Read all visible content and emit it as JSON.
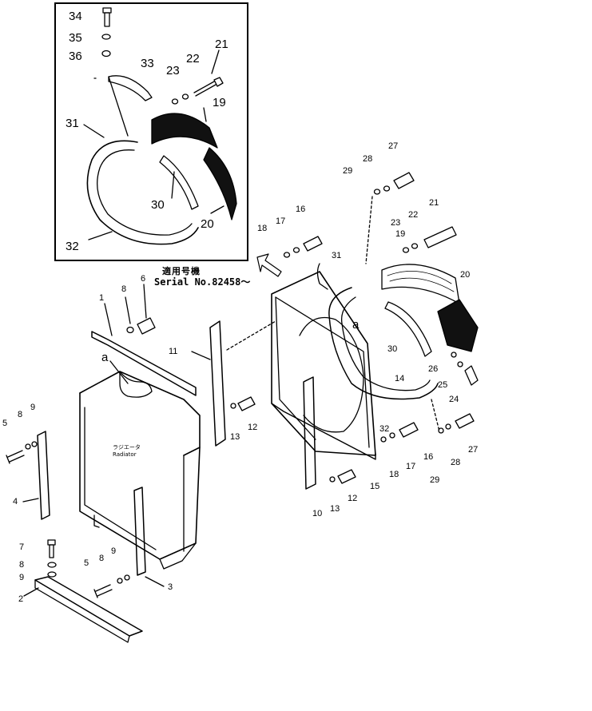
{
  "inset": {
    "caption_jp": "適用号機",
    "caption_serial": "Serial No.82458～"
  },
  "radiator_label_jp": "ラジエータ",
  "radiator_label_en": "Radiator",
  "callouts": [
    {
      "id": "c34",
      "text": "34"
    },
    {
      "id": "c35",
      "text": "35"
    },
    {
      "id": "c36",
      "text": "36"
    },
    {
      "id": "c33",
      "text": "33"
    },
    {
      "id": "c23a",
      "text": "23"
    },
    {
      "id": "c22a",
      "text": "22"
    },
    {
      "id": "c21a",
      "text": "21"
    },
    {
      "id": "c19a",
      "text": "19"
    },
    {
      "id": "c31a",
      "text": "31"
    },
    {
      "id": "c30a",
      "text": "30"
    },
    {
      "id": "c20a",
      "text": "20"
    },
    {
      "id": "c32a",
      "text": "32"
    },
    {
      "id": "c27a",
      "text": "27"
    },
    {
      "id": "c28a",
      "text": "28"
    },
    {
      "id": "c29a",
      "text": "29"
    },
    {
      "id": "c18a",
      "text": "18"
    },
    {
      "id": "c17a",
      "text": "17"
    },
    {
      "id": "c16a",
      "text": "16"
    },
    {
      "id": "c31b",
      "text": "31"
    },
    {
      "id": "c19b",
      "text": "19"
    },
    {
      "id": "c23b",
      "text": "23"
    },
    {
      "id": "c22b",
      "text": "22"
    },
    {
      "id": "c21b",
      "text": "21"
    },
    {
      "id": "c20b",
      "text": "20"
    },
    {
      "id": "c1",
      "text": "1"
    },
    {
      "id": "c8a",
      "text": "8"
    },
    {
      "id": "c6",
      "text": "6"
    },
    {
      "id": "c11",
      "text": "11"
    },
    {
      "id": "ca1",
      "text": "a"
    },
    {
      "id": "ca2",
      "text": "a"
    },
    {
      "id": "c30b",
      "text": "30"
    },
    {
      "id": "c26",
      "text": "26"
    },
    {
      "id": "c25",
      "text": "25"
    },
    {
      "id": "c24",
      "text": "24"
    },
    {
      "id": "c14",
      "text": "14"
    },
    {
      "id": "c5a",
      "text": "5"
    },
    {
      "id": "c8b",
      "text": "8"
    },
    {
      "id": "c9a",
      "text": "9"
    },
    {
      "id": "c13a",
      "text": "13"
    },
    {
      "id": "c12a",
      "text": "12"
    },
    {
      "id": "c32b",
      "text": "32"
    },
    {
      "id": "c16b",
      "text": "16"
    },
    {
      "id": "c17b",
      "text": "17"
    },
    {
      "id": "c18b",
      "text": "18"
    },
    {
      "id": "c29b",
      "text": "29"
    },
    {
      "id": "c28b",
      "text": "28"
    },
    {
      "id": "c27b",
      "text": "27"
    },
    {
      "id": "c4",
      "text": "4"
    },
    {
      "id": "c15",
      "text": "15"
    },
    {
      "id": "c13b",
      "text": "13"
    },
    {
      "id": "c12b",
      "text": "12"
    },
    {
      "id": "c10",
      "text": "10"
    },
    {
      "id": "c7",
      "text": "7"
    },
    {
      "id": "c8c",
      "text": "8"
    },
    {
      "id": "c9b",
      "text": "9"
    },
    {
      "id": "c9c",
      "text": "9"
    },
    {
      "id": "c8d",
      "text": "8"
    },
    {
      "id": "c5b",
      "text": "5"
    },
    {
      "id": "c3",
      "text": "3"
    },
    {
      "id": "c2",
      "text": "2"
    }
  ]
}
